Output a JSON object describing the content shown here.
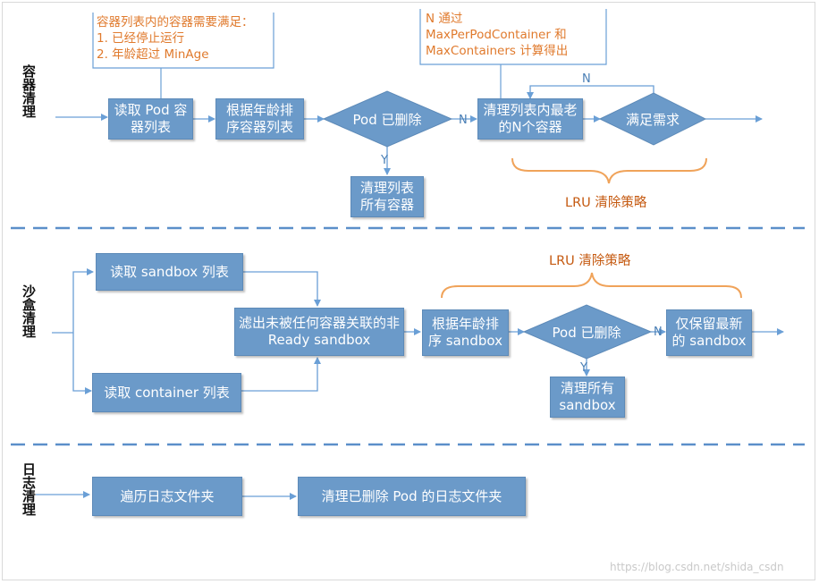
{
  "sections": {
    "container": "容器清理",
    "sandbox": "沙盒清理",
    "log": "日志清理"
  },
  "container_flow": {
    "note_left": "容器列表内的容器需要满足：\n1. 已经停止运行\n2. 年龄超过 MinAge",
    "note_right": "N 通过\nMaxPerPodContainer 和\nMaxContainers 计算得出",
    "read_pod": "读取 Pod 容器列表",
    "sort": "根据年龄排序容器列表",
    "pod_deleted": "Pod 已删除",
    "cleanup_oldest": "清理列表内最老的N个容器",
    "meets_demand": "满足需求",
    "cleanup_all": "清理列表所有容器",
    "label_n1": "N",
    "label_n2": "N",
    "label_y": "Y",
    "lru": "LRU 清除策略"
  },
  "sandbox_flow": {
    "read_sandbox": "读取 sandbox 列表",
    "read_container": "读取 container 列表",
    "filter": "滤出未被任何容器关联的非 Ready sandbox",
    "sort": "根据年龄排序 sandbox",
    "pod_deleted": "Pod 已删除",
    "keep_newest": "仅保留最新的 sandbox",
    "cleanup_all": "清理所有sandbox",
    "label_n": "N",
    "label_y": "Y",
    "lru": "LRU 清除策略"
  },
  "log_flow": {
    "traverse": "遍历日志文件夹",
    "cleanup_logs": "清理已删除 Pod 的日志文件夹"
  },
  "watermark": "https://blog.csdn.net/shida_csdn",
  "colors": {
    "box_fill": "#6b9ac9",
    "arrow": "#6a9fd6",
    "accent_orange": "#e07a2d",
    "divider": "#5b8fc9"
  }
}
